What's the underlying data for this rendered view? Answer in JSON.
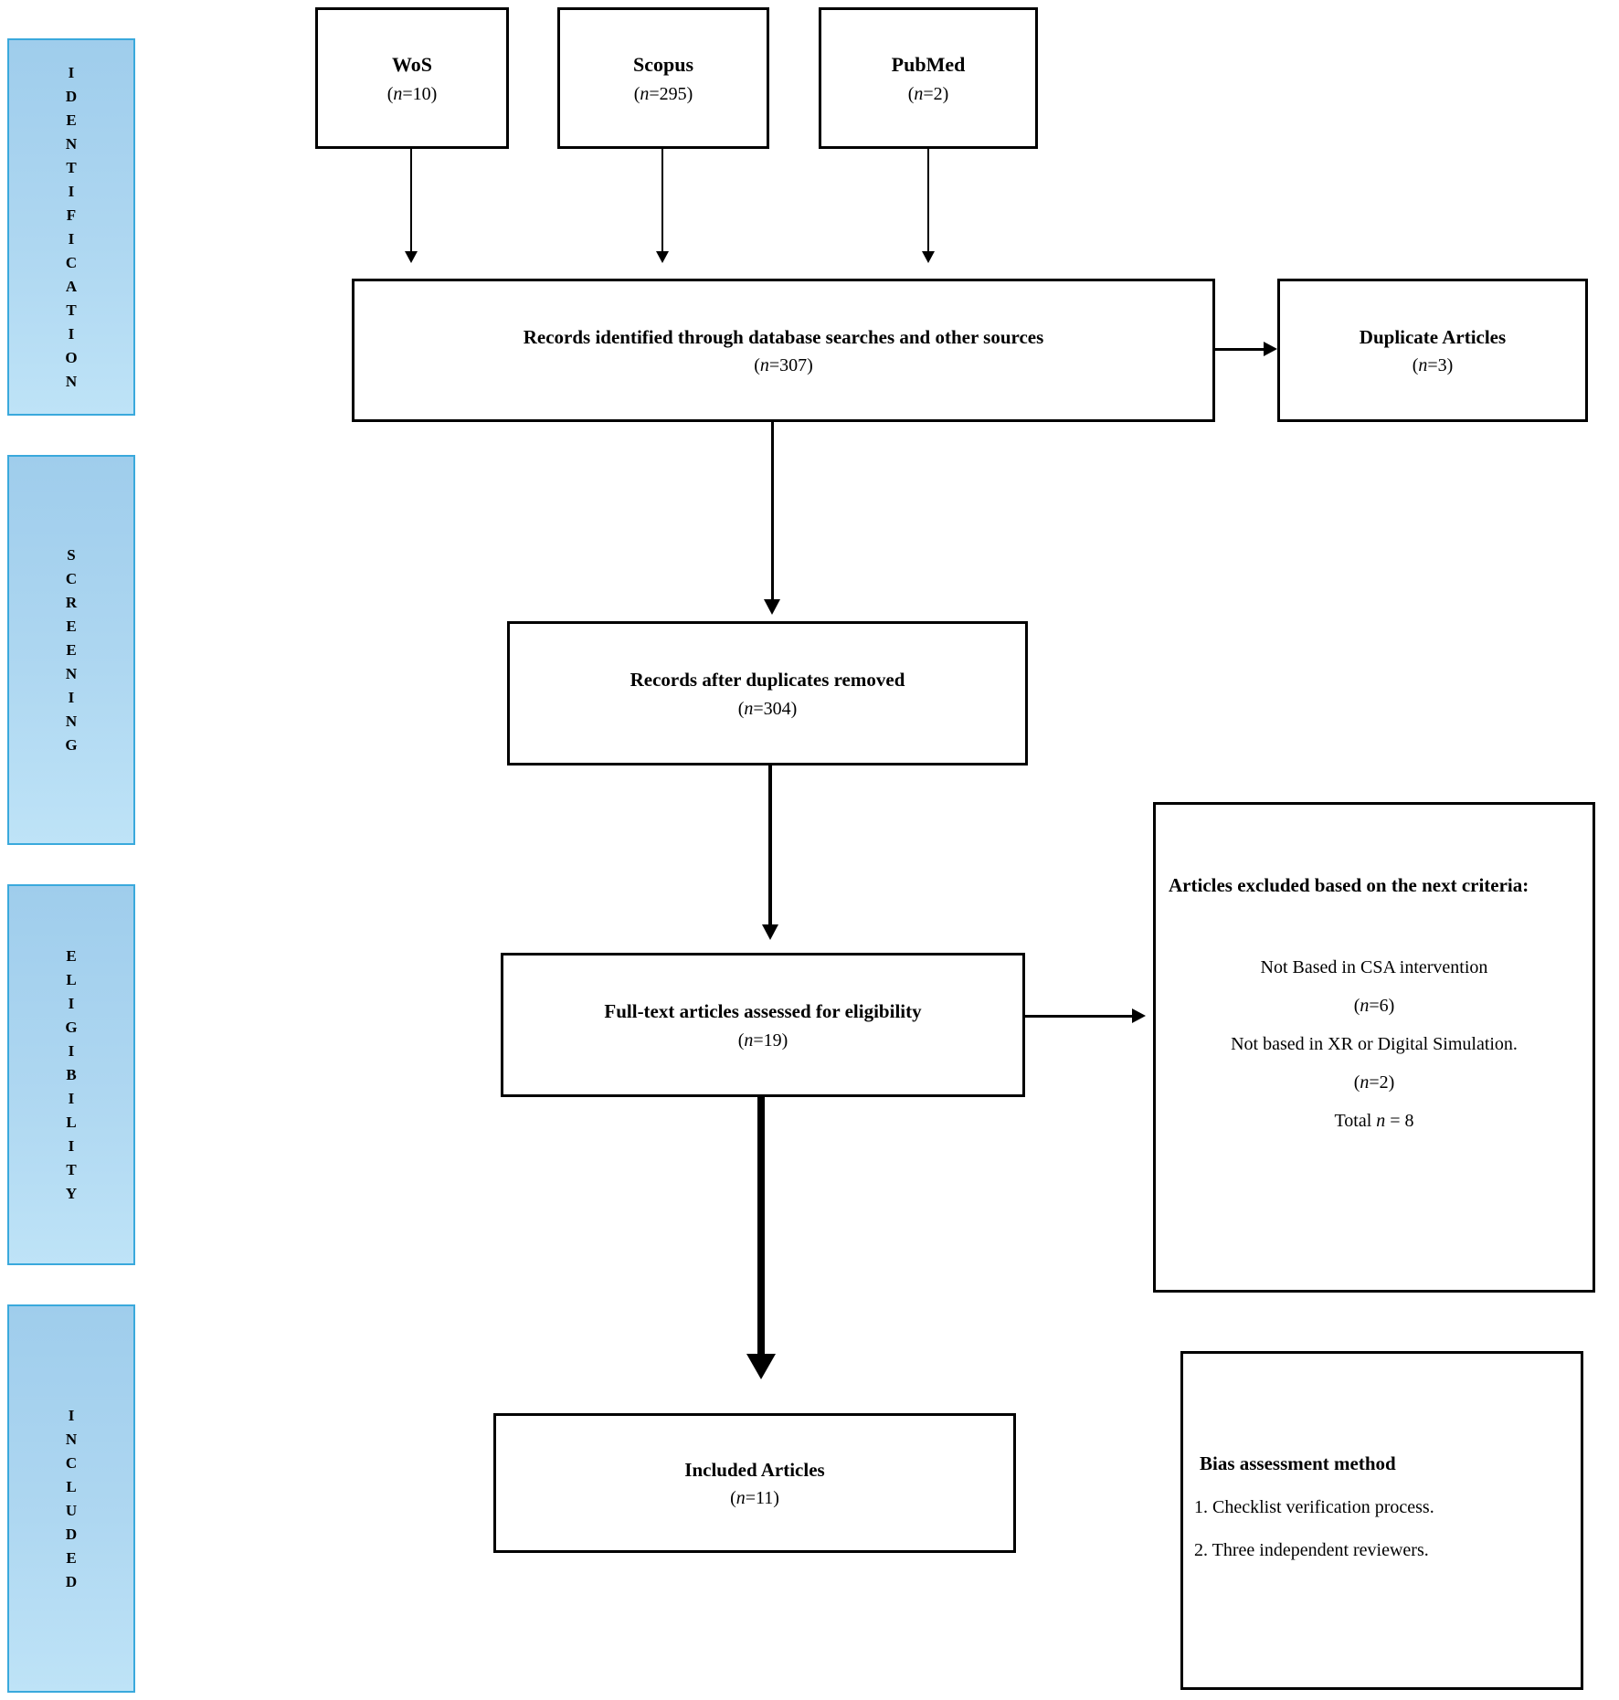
{
  "theme": {
    "stage_fill_top": "#9fcdec",
    "stage_fill_bottom": "#bee3f7",
    "stage_border": "#3aa9dc",
    "box_border": "#000000",
    "background": "#ffffff"
  },
  "sidebar": {
    "stages": [
      {
        "label": "IDENTIFICATION"
      },
      {
        "label": "SCREENING"
      },
      {
        "label": "ELIGIBILITY"
      },
      {
        "label": "INCLUDED"
      }
    ]
  },
  "nodes": {
    "wos": {
      "title": "WoS",
      "n": {
        "pre": "(",
        "var": "n",
        "post": "=10)"
      }
    },
    "scopus": {
      "title": "Scopus",
      "n": {
        "pre": "(",
        "var": "n",
        "post": "=295)"
      }
    },
    "pubmed": {
      "title": "PubMed",
      "n": {
        "pre": "(",
        "var": "n",
        "post": "=2)"
      }
    },
    "records_identified": {
      "title": "Records identified through database searches and other sources",
      "n": {
        "pre": "(",
        "var": "n",
        "post": "=307)"
      }
    },
    "duplicates": {
      "title": "Duplicate Articles",
      "n": {
        "pre": "(",
        "var": "n",
        "post": "=3)"
      }
    },
    "records_after": {
      "title": "Records after duplicates removed",
      "n": {
        "pre": "(",
        "var": "n",
        "post": "=304)"
      }
    },
    "fulltext": {
      "title": "Full-text articles assessed for eligibility",
      "n": {
        "pre": "(",
        "var": "n",
        "post": "=19)"
      }
    },
    "excluded": {
      "title": "Articles excluded based on the next criteria:",
      "item1": "Not Based in CSA intervention",
      "item1_n": {
        "pre": "(",
        "var": "n",
        "post": "=6)"
      },
      "item2": "Not based in XR or Digital Simulation.",
      "item2_n": {
        "pre": "(",
        "var": "n",
        "post": "=2)"
      },
      "total": {
        "pre": "Total ",
        "var": "n",
        "post": " = 8"
      }
    },
    "included": {
      "title": "Included Articles",
      "n": {
        "pre": "(",
        "var": "n",
        "post": "=11)"
      }
    },
    "bias": {
      "title": "Bias assessment method",
      "item1": "1. Checklist verification process.",
      "item2": "2.  Three independent reviewers."
    }
  }
}
